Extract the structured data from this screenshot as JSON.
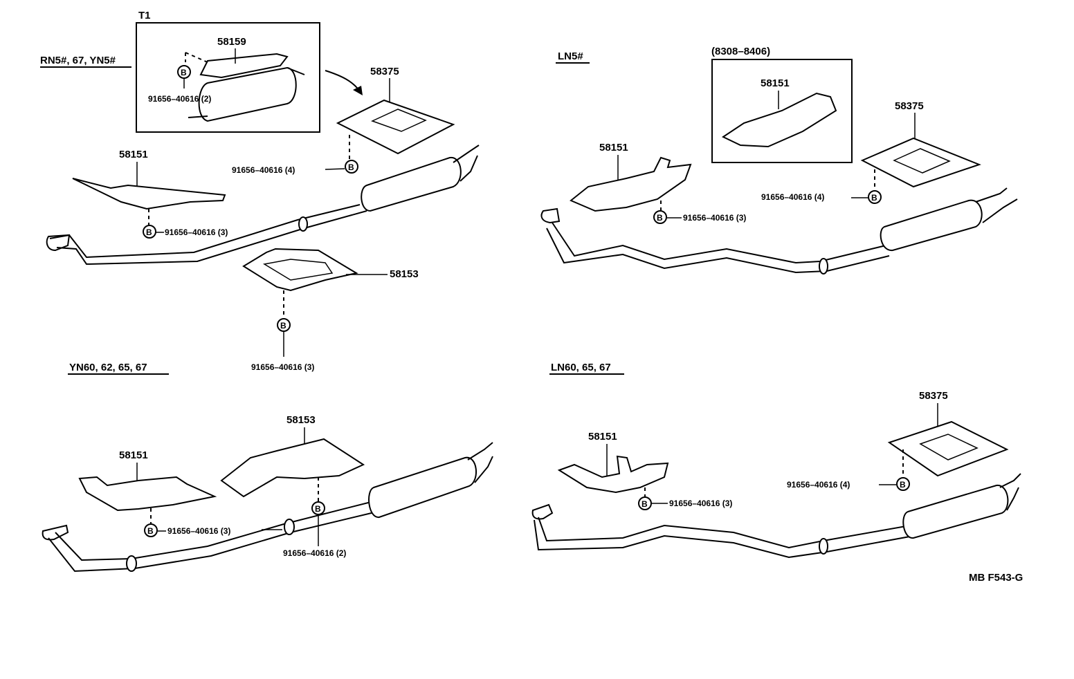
{
  "sections": {
    "top_left": "RN5#, 67, YN5#",
    "top_right": "LN5#",
    "bottom_left": "YN60, 62, 65, 67",
    "bottom_right": "LN60, 65, 67"
  },
  "inset": {
    "tag": "T1",
    "date_range": "(8308–8406)"
  },
  "bolt_symbol": "B",
  "parts": {
    "p58159": "58159",
    "p58375": "58375",
    "p58151": "58151",
    "p58153": "58153"
  },
  "bolts": {
    "b2": "91656–40616 (2)",
    "b3": "91656–40616 (3)",
    "b4": "91656–40616 (4)"
  },
  "footer_code": "MB F543-G"
}
